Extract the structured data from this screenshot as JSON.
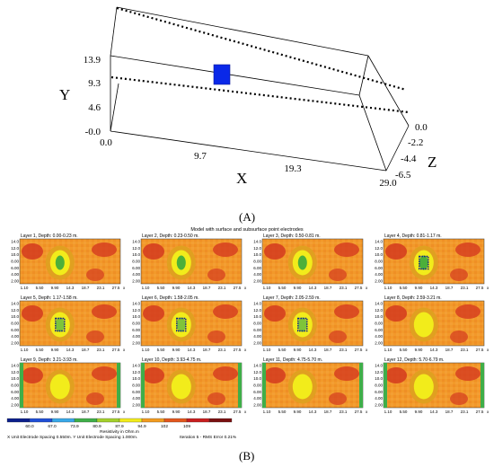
{
  "panel_a": {
    "caption": "(A)",
    "axis_y": {
      "label": "Y",
      "ticks": [
        "13.9",
        "9.3",
        "4.6",
        "-0.0"
      ]
    },
    "axis_x": {
      "label": "X",
      "ticks": [
        "0.0",
        "9.7",
        "19.3",
        "29.0"
      ]
    },
    "axis_z": {
      "label": "Z",
      "ticks": [
        "0.0",
        "-2.2",
        "-4.4",
        "-6.5"
      ]
    },
    "colors": {
      "target": "#0a28e8",
      "line": "#000000"
    }
  },
  "panel_b": {
    "caption": "(B)",
    "title": "Model with surface and subsurface point electrodes",
    "layers": [
      {
        "label": "Layer 1, Depth: 0.00-0.23 m.",
        "box": false
      },
      {
        "label": "Layer 2, Depth: 0.23-0.50 m.",
        "box": false
      },
      {
        "label": "Layer 3, Depth: 0.50-0.81 m.",
        "box": false
      },
      {
        "label": "Layer 4, Depth: 0.81-1.17 m.",
        "box": true
      },
      {
        "label": "Layer 5, Depth: 1.17-1.58 m.",
        "box": true
      },
      {
        "label": "Layer 6, Depth: 1.58-2.05 m.",
        "box": true
      },
      {
        "label": "Layer 7, Depth: 2.05-2.59 m.",
        "box": true
      },
      {
        "label": "Layer 8, Depth: 2.59-3.21 m.",
        "box": false
      },
      {
        "label": "Layer 9, Depth: 3.21-3.93 m.",
        "box": false
      },
      {
        "label": "Layer 10, Depth: 3.93-4.75 m.",
        "box": false
      },
      {
        "label": "Layer 11, Depth: 4.75-5.70 m.",
        "box": false
      },
      {
        "label": "Layer 12, Depth: 5.70-6.79 m.",
        "box": false
      }
    ],
    "y_ticks": [
      "14.0",
      "12.0",
      "10.0",
      "8.00",
      "6.00",
      "4.00",
      "2.00"
    ],
    "x_ticks": [
      "1.10",
      "5.50",
      "9.90",
      "14.3",
      "18.7",
      "23.1",
      "27.5"
    ],
    "x_axis_letter": "x",
    "legend": {
      "values": [
        "60.0",
        "67.0",
        "73.9",
        "80.9",
        "87.9",
        "94.9",
        "102",
        "109"
      ],
      "colors": [
        "#0b1f8c",
        "#1f4fd6",
        "#38a8e8",
        "#3fae49",
        "#a4d12c",
        "#f2ec1b",
        "#f29b1f",
        "#e3571d",
        "#c81e1e",
        "#7a1010"
      ],
      "unit": "Resistivity in Ohm.m",
      "footer_left": "X Unit Electrode Spacing 0.550m. Y Unit Electrode Spacing 1.000m.",
      "footer_right": "Iteration 5 - RMS Error 0.21%"
    }
  }
}
